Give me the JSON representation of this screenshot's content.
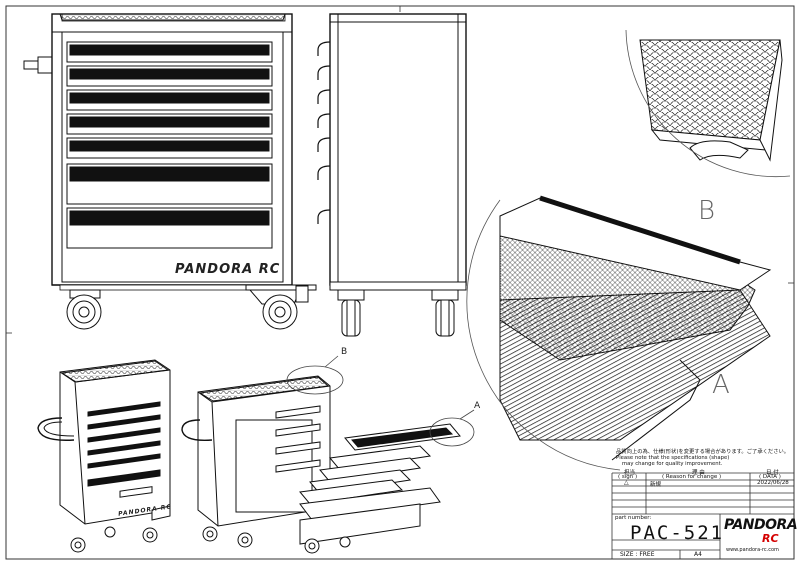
{
  "drawing": {
    "front_view": {
      "brand_text": "PANDORA RC"
    },
    "iso_views": {
      "brand_text": "PANDORA RC"
    },
    "callouts": {
      "b": "B",
      "a": "A"
    },
    "details": {
      "b_label": "B",
      "a_label": "A"
    }
  },
  "title_block": {
    "note_jp": "品質向上の為、仕様(形状)を変更する場合があります。ご了承ください。",
    "note_en1": "Please note that the specifications (shape)",
    "note_en2": "may change for quality improvement.",
    "col_sign_jp": "担当",
    "col_sign": "( sign )",
    "col_reason_jp": "理 由",
    "col_reason": "( Reason for change )",
    "col_date_jp": "日 付",
    "col_date": "( DATA )",
    "rev_mark": "△",
    "rev_reason": "新規",
    "rev_date": "2022/06/28",
    "part_number_label": "part number:",
    "part_number": "PAC-521",
    "size_label": "SIZE : FREE",
    "paper": "A4",
    "logo_text": "PANDORA",
    "logo_sub": "RC",
    "url": "www.pandora-rc.com"
  }
}
